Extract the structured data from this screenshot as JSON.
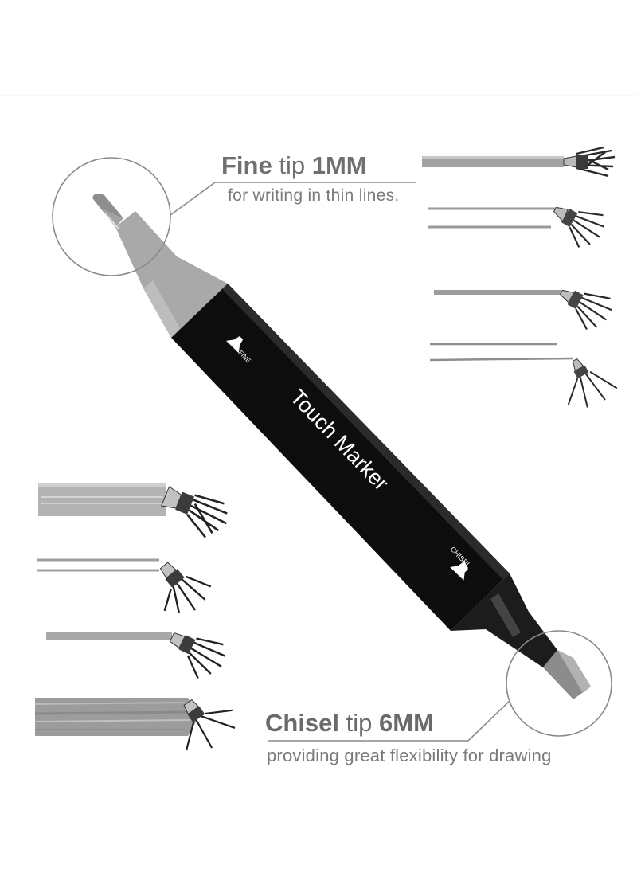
{
  "fine_tip": {
    "title_main": "Fine",
    "title_word": "tip",
    "size": "1MM",
    "description": "for writing in thin lines."
  },
  "chisel_tip": {
    "title_main": "Chisel",
    "title_word": "tip",
    "size": "6MM",
    "description": "providing great flexibility for drawing"
  },
  "marker": {
    "brand": "Touch Marker",
    "fine_end_label": "FINE",
    "chisel_end_label": "CHISEL",
    "body_color": "#0d0d0d",
    "cap_color": "#a9a9a9"
  },
  "colors": {
    "background": "#ffffff",
    "stroke_gray": "#9a9a9a",
    "text_gray": "#707070"
  }
}
